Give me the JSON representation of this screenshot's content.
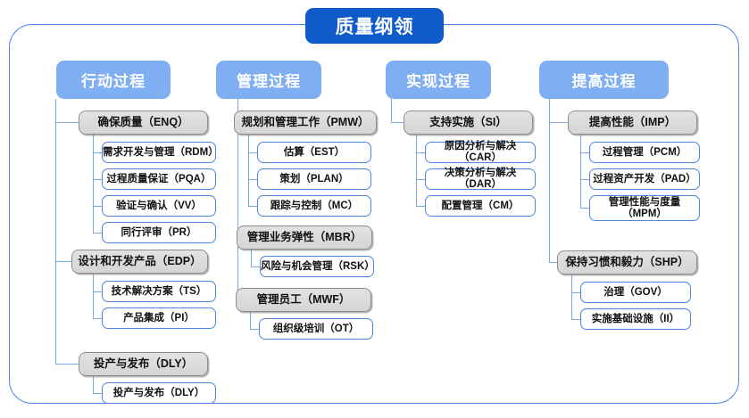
{
  "diagram": {
    "type": "tree",
    "title": "质量纲领",
    "frame_color": "#4a86e8",
    "title_color": "#0f5bcc",
    "header_color": "#80aef2",
    "group_box_color": "#d9d9d9",
    "leaf_box_color": "#ffffff"
  },
  "columns": [
    {
      "header": "行动过程",
      "groups": [
        {
          "label": "确保质量（ENQ）",
          "children": [
            "需求开发与管理（RDM）",
            "过程质量保证（PQA）",
            "验证与确认（VV）",
            "同行评审（PR）"
          ]
        },
        {
          "label": "设计和开发产品（EDP）",
          "children": [
            "技术解决方案（TS）",
            "产品集成（PI）"
          ]
        },
        {
          "label": "投产与发布（DLY）",
          "children": [
            "投产与发布（DLY）"
          ]
        }
      ]
    },
    {
      "header": "管理过程",
      "groups": [
        {
          "label": "规划和管理工作（PMW）",
          "children": [
            "估算（EST）",
            "策划（PLAN）",
            "跟踪与控制（MC）"
          ]
        },
        {
          "label": "管理业务弹性（MBR）",
          "children": [
            "风险与机会管理（RSK）"
          ]
        },
        {
          "label": "管理员工（MWF）",
          "children": [
            "组织级培训（OT）"
          ]
        }
      ]
    },
    {
      "header": "实现过程",
      "groups": [
        {
          "label": "支持实施（SI）",
          "children": [
            "原因分析与解决（CAR）",
            "决策分析与解决（DAR）",
            "配置管理（CM）"
          ]
        }
      ]
    },
    {
      "header": "提高过程",
      "groups": [
        {
          "label": "提高性能（IMP）",
          "children": [
            "过程管理（PCM）",
            "过程资产开发（PAD）",
            "管理性能与度量\n（MPM）"
          ]
        },
        {
          "label": "保持习惯和毅力（SHP）",
          "children": [
            "治理（GOV）",
            "实施基础设施（II）"
          ]
        }
      ]
    }
  ]
}
